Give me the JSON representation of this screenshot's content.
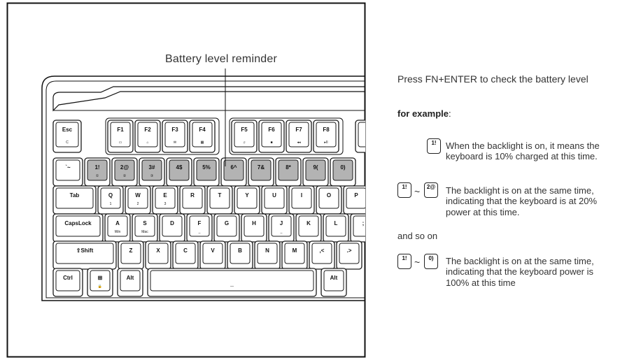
{
  "callout": {
    "label": "Battery level reminder"
  },
  "instructions": {
    "heading": "Press FN+ENTER to check the battery level",
    "example_label": "for example",
    "example_colon": ":",
    "examples": [
      {
        "key_from": "1!",
        "key_to": "",
        "lines": [
          "When the backlight is on, it means the",
          "keyboard is 10% charged at this time."
        ]
      },
      {
        "key_from": "1!",
        "key_to": "2@",
        "lines": [
          "The backlight is on at the same time,",
          "indicating that the keyboard is at 20%",
          "power at this time."
        ]
      },
      {
        "key_from": "1!",
        "key_to": "0)",
        "lines": [
          "The backlight is on at the same time,",
          "indicating that the keyboard power is",
          "100% at this time"
        ]
      }
    ],
    "and_so_on": "and so on",
    "tilde": "~"
  },
  "keyboard": {
    "rows": [
      [
        {
          "l": "Esc",
          "s": "C"
        }
      ],
      [
        {
          "l": "F1",
          "s": "▭"
        },
        {
          "l": "F2",
          "s": "⌂"
        },
        {
          "l": "F3",
          "s": "✉"
        },
        {
          "l": "F4",
          "s": "▦"
        }
      ],
      [
        {
          "l": "F5",
          "s": "♫"
        },
        {
          "l": "F6",
          "s": "■"
        },
        {
          "l": "F7",
          "s": "◂◂"
        },
        {
          "l": "F8",
          "s": "▸II"
        }
      ],
      [
        {
          "l": "`~"
        },
        {
          "l": "1!",
          "s": "①",
          "lit": true
        },
        {
          "l": "2@",
          "s": "②",
          "lit": true
        },
        {
          "l": "3#",
          "s": "③",
          "lit": true
        },
        {
          "l": "4$",
          "lit": true
        },
        {
          "l": "5%",
          "lit": true
        },
        {
          "l": "6^",
          "lit": true
        },
        {
          "l": "7&",
          "lit": true
        },
        {
          "l": "8*",
          "lit": true
        },
        {
          "l": "9(",
          "lit": true
        },
        {
          "l": "0)",
          "lit": true
        }
      ],
      [
        {
          "l": "Tab"
        },
        {
          "l": "Q",
          "s": "1"
        },
        {
          "l": "W",
          "s": "2"
        },
        {
          "l": "E",
          "s": "3"
        },
        {
          "l": "R"
        },
        {
          "l": "T"
        },
        {
          "l": "Y"
        },
        {
          "l": "U"
        },
        {
          "l": "I"
        },
        {
          "l": "O"
        },
        {
          "l": "P"
        }
      ],
      [
        {
          "l": "CapsLock"
        },
        {
          "l": "A",
          "s": "Win"
        },
        {
          "l": "S",
          "s": "Mac"
        },
        {
          "l": "D"
        },
        {
          "l": "F",
          "s": "_"
        },
        {
          "l": "G"
        },
        {
          "l": "H"
        },
        {
          "l": "J",
          "s": "_"
        },
        {
          "l": "K"
        },
        {
          "l": "L"
        },
        {
          "l": ";"
        }
      ],
      [
        {
          "l": "⇧Shift"
        },
        {
          "l": "Z"
        },
        {
          "l": "X"
        },
        {
          "l": "C"
        },
        {
          "l": "V"
        },
        {
          "l": "B"
        },
        {
          "l": "N"
        },
        {
          "l": "M"
        },
        {
          "l": ",<"
        },
        {
          "l": ".>"
        }
      ],
      [
        {
          "l": "Ctrl"
        },
        {
          "l": "⊞",
          "s": "🔒"
        },
        {
          "l": "Alt"
        },
        {
          "l": "",
          "s": "—"
        },
        {
          "l": "Alt"
        }
      ]
    ]
  }
}
